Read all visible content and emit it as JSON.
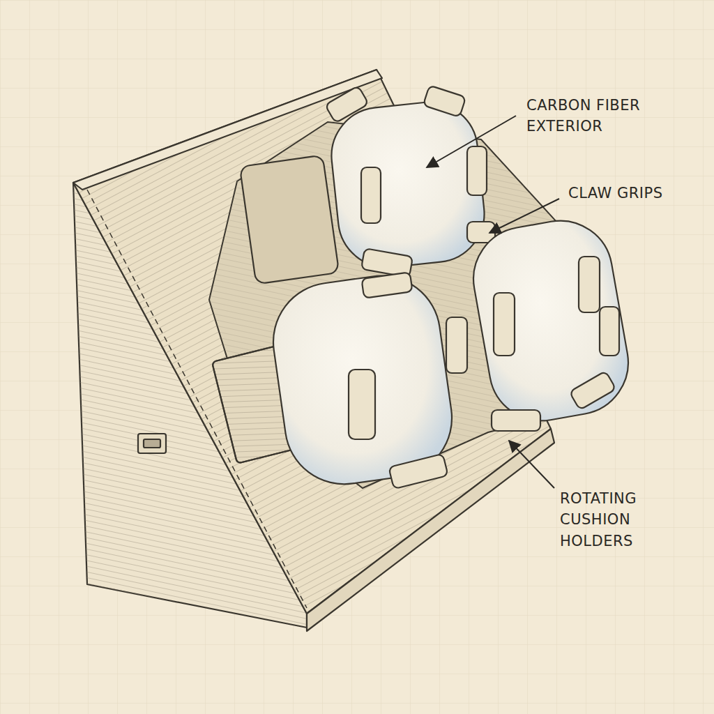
{
  "diagram": {
    "labels": [
      "CARBON FIBER EXTERIOR",
      "CLAW GRIPS",
      "ROTATING CUSHION HOLDERS"
    ]
  }
}
